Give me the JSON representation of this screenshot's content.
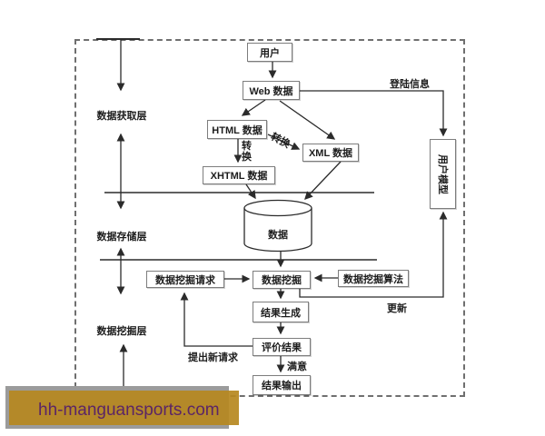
{
  "diagram": {
    "boxes": {
      "user": "用户",
      "web": "Web 数据",
      "html": "HTML 数据",
      "xml": "XML 数据",
      "xhtml": "XHTML 数据",
      "request": "数据挖掘请求",
      "mining": "数据挖掘",
      "algorithm": "数据挖掘算法",
      "generate": "结果生成",
      "evaluate": "评价结果",
      "output": "结果输出",
      "model": "用户模型",
      "database": "数据"
    },
    "layers": {
      "acquisition": "数据获取层",
      "storage": "数据存储层",
      "mining": "数据挖掘层"
    },
    "edge_labels": {
      "login": "登陆信息",
      "convert_to_xml": "转换",
      "convert_to_xhtml": "转换",
      "update": "更新",
      "satisfied": "满意",
      "new_request": "提出新请求"
    }
  },
  "watermark": {
    "text": "hh-manguansports.com"
  },
  "colors": {
    "watermark_bg": "#b68820",
    "watermark_shadow": "#9b9b9b",
    "watermark_text": "#5b2566",
    "line": "#2b2b2b",
    "box_border": "#7d7d7d"
  }
}
